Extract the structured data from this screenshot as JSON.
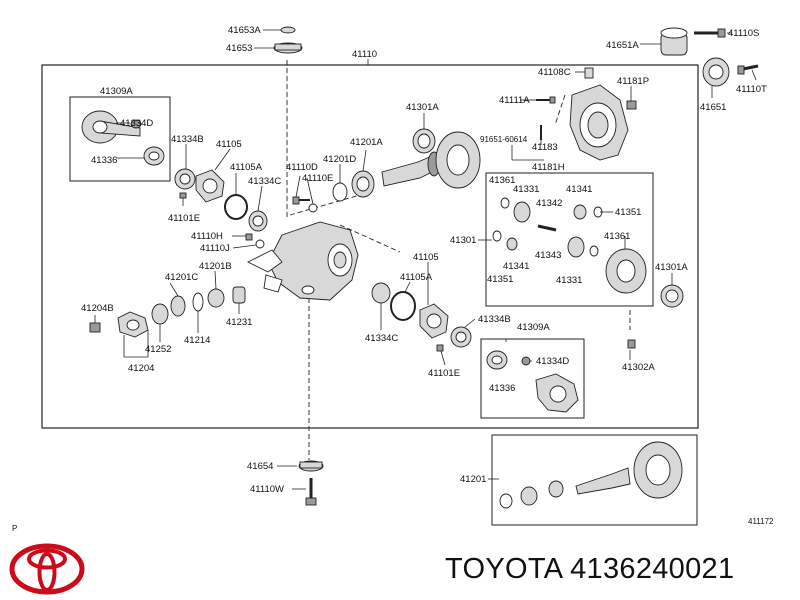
{
  "brand": {
    "logo": "toyota-emblem"
  },
  "footer": {
    "title": "TOYOTA 4136240021"
  },
  "diagram": {
    "page_marker": "P",
    "figure_number": "411172",
    "labels": {
      "l41653A": "41653A",
      "l41653": "41653",
      "l41110": "41110",
      "l41651A": "41651A",
      "l41110S": "41110S",
      "l41108C": "41108C",
      "l41181P": "41181P",
      "l41651": "41651",
      "l41110T": "41110T",
      "l41309A_top": "41309A",
      "l41334D_top": "41334D",
      "l41336_top": "41336",
      "l41334B_top": "41334B",
      "l41105_top": "41105",
      "l41105A_top": "41105A",
      "l41334C_top": "41334C",
      "l41101E_top": "41101E",
      "l41110H": "41110H",
      "l41110J": "41110J",
      "l41110D": "41110D",
      "l41110E": "41110E",
      "l41201D": "41201D",
      "l41201A": "41201A",
      "l41301A_top": "41301A",
      "l41111A": "41111A",
      "l91651": "91651-60614",
      "l41183": "41183",
      "l41181H": "41181H",
      "l41361_a": "41361",
      "l41331_a": "41331",
      "l41341_a": "41341",
      "l41342": "41342",
      "l41351_a": "41351",
      "l41301": "41301",
      "l41341_b": "41341",
      "l41343": "41343",
      "l41351_b": "41351",
      "l41331_b": "41331",
      "l41361_b": "41361",
      "l41301A_right": "41301A",
      "l41302A": "41302A",
      "l41201C": "41201C",
      "l41201B": "41201B",
      "l41204B": "41204B",
      "l41252": "41252",
      "l41214": "41214",
      "l41231": "41231",
      "l41204": "41204",
      "l41105_bot": "41105",
      "l41105A_bot": "41105A",
      "l41334C_bot": "41334C",
      "l41334B_bot": "41334B",
      "l41101E_bot": "41101E",
      "l41309A_bot": "41309A",
      "l41334D_bot": "41334D",
      "l41336_bot": "41336",
      "l41654": "41654",
      "l41110W": "41110W",
      "l41201": "41201"
    }
  }
}
